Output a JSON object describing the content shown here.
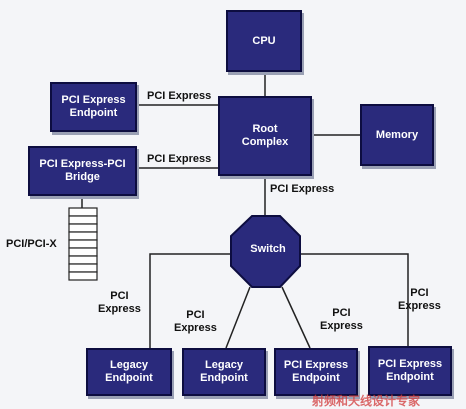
{
  "colors": {
    "box_fill": "#2a2a7c",
    "box_border": "#0d0d40",
    "line": "#222222",
    "background": "#f4f5f8"
  },
  "nodes": {
    "cpu": "CPU",
    "root_complex": "Root\nComplex",
    "memory": "Memory",
    "pcie_endpoint": "PCI Express\nEndpoint",
    "pcie_pci_bridge": "PCI Express-PCI\nBridge",
    "switch": "Switch",
    "legacy_endpoint_1": "Legacy\nEndpoint",
    "legacy_endpoint_2": "Legacy\nEndpoint",
    "pcie_endpoint_2": "PCI Express\nEndpoint",
    "pcie_endpoint_3": "PCI Express\nEndpoint"
  },
  "links": {
    "endpoint_link": "PCI Express",
    "bridge_link": "PCI Express",
    "root_to_switch": "PCI Express",
    "pci_bus": "PCI/PCI-X",
    "switch_to_legacy_1": "PCI\nExpress",
    "switch_to_legacy_2": "PCI\nExpress",
    "switch_to_endpoint_2": "PCI\nExpress",
    "switch_to_endpoint_3": "PCI\nExpress"
  },
  "watermark": "射频和天线设计专家"
}
